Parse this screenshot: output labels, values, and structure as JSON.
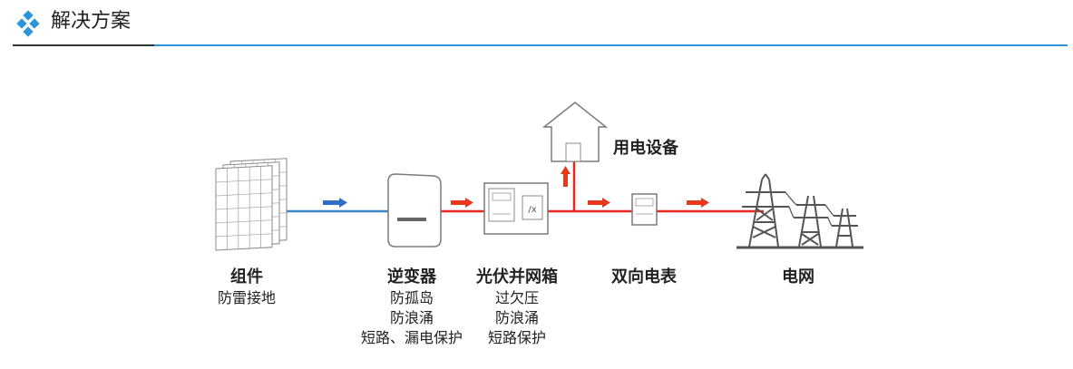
{
  "header": {
    "title": "解决方案",
    "icon": "diamond-grid-icon",
    "accent_color": "#2a95d8"
  },
  "colors": {
    "dc_line": "#3a86c8",
    "ac_line": "#e8251f",
    "arrow_dc": "#2f6dc6",
    "arrow_ac": "#e8381d",
    "equipment_stroke": "#7a7a7a",
    "tower": "#555555"
  },
  "nodes": {
    "panels": {
      "title": "组件",
      "lines": [
        "防雷接地"
      ],
      "icon": "solar-panel-icon"
    },
    "inverter": {
      "title": "逆变器",
      "lines": [
        "防孤岛",
        "防浪涌",
        "短路、漏电保护"
      ],
      "icon": "inverter-icon"
    },
    "combiner": {
      "title": "光伏并网箱",
      "lines": [
        "过欠压",
        "防浪涌",
        "短路保护"
      ],
      "icon": "combiner-box-icon"
    },
    "meter": {
      "title": "双向电表",
      "lines": [],
      "icon": "electric-meter-icon"
    },
    "grid": {
      "title": "电网",
      "lines": [],
      "icon": "power-tower-icon"
    },
    "load": {
      "title": "用电设备",
      "icon": "house-icon"
    }
  }
}
